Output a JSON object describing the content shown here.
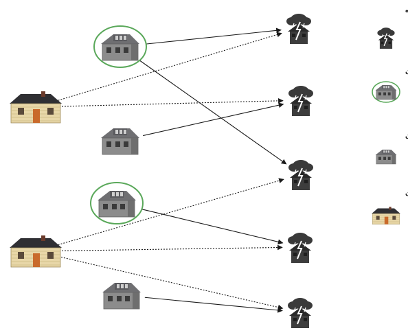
{
  "legend": {
    "items": [
      {
        "key": "damaged",
        "label": "نقاط آسیب دیده",
        "icon": "damaged-house-storm-icon"
      },
      {
        "key": "trusted",
        "label": "انبار مطمئن",
        "icon": "trusted-warehouse-icon"
      },
      {
        "key": "untrusted",
        "label": "انبار نامطمئن",
        "icon": "untrusted-warehouse-icon"
      },
      {
        "key": "backup",
        "label": "انبار پشتیبان",
        "icon": "backup-warehouse-icon"
      }
    ]
  },
  "nodes": [
    {
      "id": "W1",
      "type": "trusted"
    },
    {
      "id": "B1",
      "type": "backup"
    },
    {
      "id": "U1",
      "type": "untrusted"
    },
    {
      "id": "W2",
      "type": "trusted"
    },
    {
      "id": "B2",
      "type": "backup"
    },
    {
      "id": "U2",
      "type": "untrusted"
    },
    {
      "id": "D1",
      "type": "damaged"
    },
    {
      "id": "D2",
      "type": "damaged"
    },
    {
      "id": "D3",
      "type": "damaged"
    },
    {
      "id": "D4",
      "type": "damaged"
    },
    {
      "id": "D5",
      "type": "damaged"
    }
  ],
  "edges": [
    {
      "from": "W1",
      "to": "D1",
      "style": "solid"
    },
    {
      "from": "W1",
      "to": "D3",
      "style": "solid"
    },
    {
      "from": "B1",
      "to": "D1",
      "style": "dotted"
    },
    {
      "from": "B1",
      "to": "D2",
      "style": "dotted"
    },
    {
      "from": "U1",
      "to": "D2",
      "style": "solid"
    },
    {
      "from": "W2",
      "to": "D4",
      "style": "solid"
    },
    {
      "from": "B2",
      "to": "D3",
      "style": "dotted"
    },
    {
      "from": "B2",
      "to": "D4",
      "style": "dotted"
    },
    {
      "from": "B2",
      "to": "D5",
      "style": "dotted"
    },
    {
      "from": "U2",
      "to": "D5",
      "style": "solid"
    }
  ],
  "colors": {
    "trusted_ring": "#5aa85a",
    "edge": "#1a1a1a",
    "backup_wall": "#e8d7a8",
    "roof_dark": "#2f2f33",
    "warehouse_wall": "#8c8c8c",
    "cloud": "#3a3a3a",
    "lightning": "#ffffff"
  }
}
